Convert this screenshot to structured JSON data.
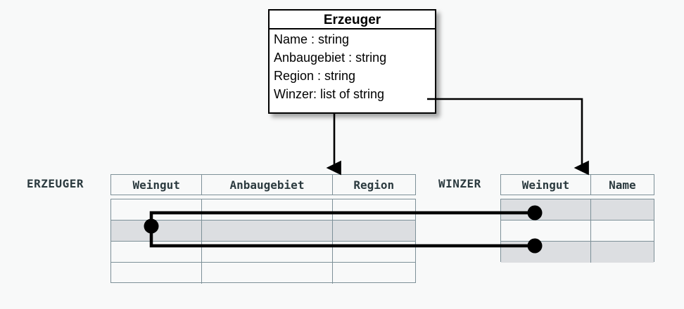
{
  "diagram": {
    "background_color": "#f8f9f9",
    "line_color": "#000000",
    "table_border_color": "#7d9098",
    "highlight_color": "#dcdee1"
  },
  "uml_class": {
    "title": "Erzeuger",
    "attributes": [
      "Name : string",
      "Anbaugebiet : string",
      "Region : string",
      "Winzer: list of string"
    ]
  },
  "tables": [
    {
      "name": "ERZEUGER",
      "columns": [
        "Weingut",
        "Anbaugebiet",
        "Region"
      ],
      "row_count": 4,
      "highlighted_rows": [
        2
      ]
    },
    {
      "name": "WINZER",
      "columns": [
        "Weingut",
        "Name"
      ],
      "row_count": 3,
      "highlighted_rows": [
        1,
        3
      ]
    }
  ],
  "connectors": {
    "arrow_to_erzeuger": "Erzeuger class maps to ERZEUGER table",
    "arrow_to_winzer": "Winzer attribute maps to WINZER table",
    "link_top": "ERZEUGER row 2 Weingut links to WINZER row 1 Weingut",
    "link_bottom": "ERZEUGER row 2 Weingut links to WINZER row 3 Weingut"
  }
}
